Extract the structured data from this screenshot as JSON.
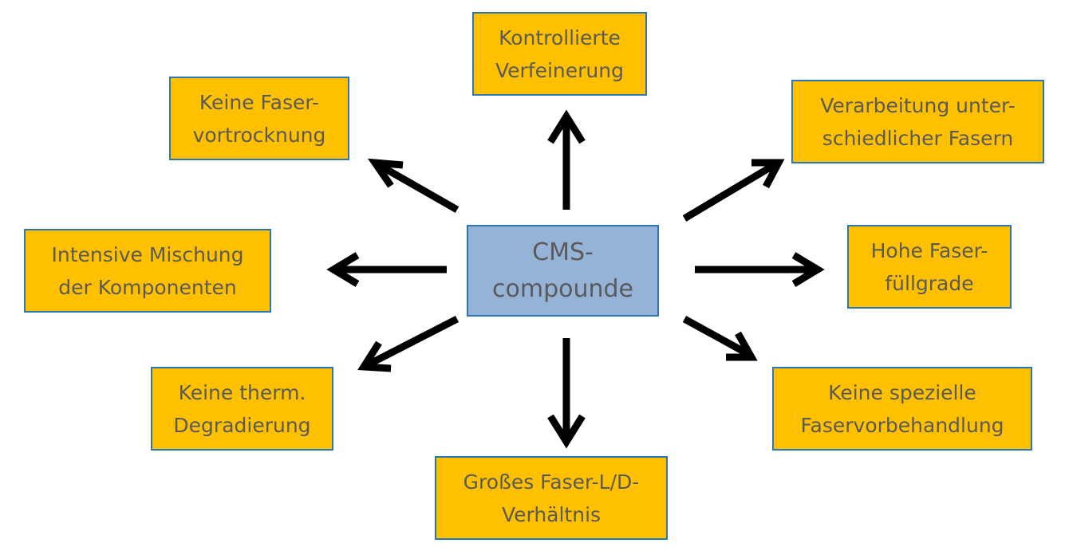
{
  "colors": {
    "box_fill": "#ffc000",
    "box_border": "#2e75b6",
    "center_fill": "#95b3d7",
    "center_border": "#2e75b6",
    "text": "#5a5a5a",
    "arrow": "#000000"
  },
  "center": {
    "line1": "CMS-",
    "line2": "compounde"
  },
  "boxes": {
    "top": {
      "line1": "Kontrollierte",
      "line2": "Verfeinerung"
    },
    "top_left": {
      "line1": "Keine Faser-",
      "line2": "vortrocknung"
    },
    "top_right": {
      "line1": "Verarbeitung unter-",
      "line2": "schiedlicher Fasern"
    },
    "left": {
      "line1": "Intensive Mischung",
      "line2": "der Komponenten"
    },
    "right": {
      "line1": "Hohe Faser-",
      "line2": "füllgrade"
    },
    "bottom_left": {
      "line1": "Keine therm.",
      "line2": "Degradierung"
    },
    "bottom_right": {
      "line1": "Keine spezielle",
      "line2": "Faservorbehandlung"
    },
    "bottom": {
      "line1": "Großes Faser-L/D-",
      "line2": "Verhältnis"
    }
  }
}
